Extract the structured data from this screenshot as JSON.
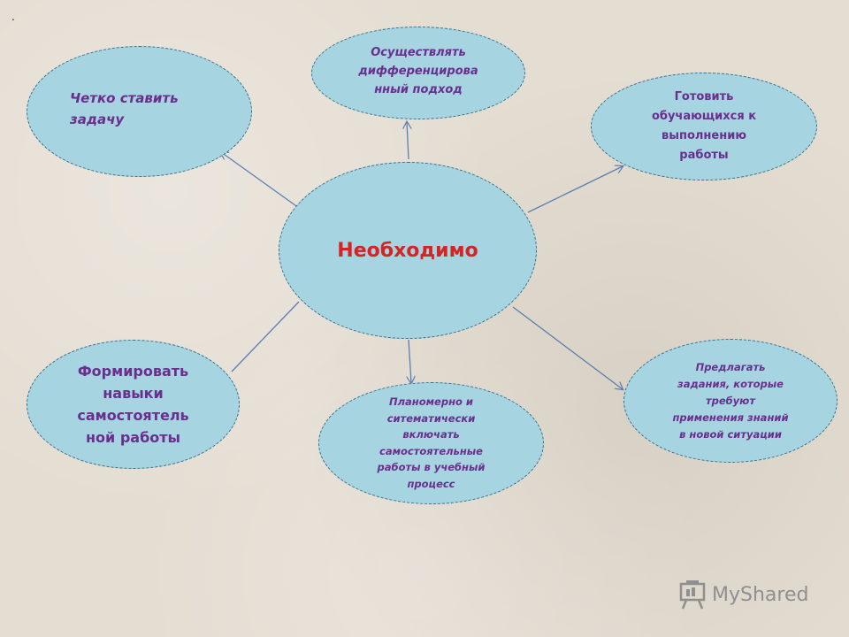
{
  "center": "Необходимо",
  "nodes": {
    "top_left": "Четко ставить\nзадачу",
    "top": "Осуществлять\nдифференцирова\nнный подход",
    "top_right": "Готовить\nобучающихся к\nвыполнению\nработы",
    "bottom_left": "Формировать\nнавыки\nсамостоятель\nной работы",
    "bottom": "Планомерно и\nситематически\nвключать\nсамостоятельные\nработы в учебный\nпроцесс",
    "bottom_right": "Предлагать\nзадания, которые\nтребуют\nприменения знаний\nв новой ситуации"
  },
  "corner_mark": ".",
  "watermark": "MyShared",
  "colors": {
    "background": "#e4ddd2",
    "node_fill": "#a6d4e0",
    "node_border": "#3d6e86",
    "node_text": "#6a2f8e",
    "center_text": "#d42525",
    "arrow": "#5b7fb1"
  }
}
